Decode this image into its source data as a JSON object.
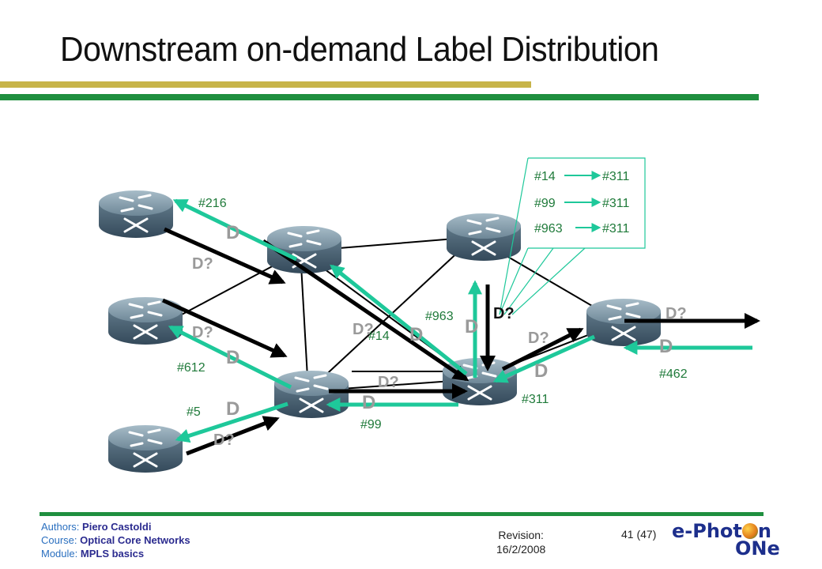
{
  "slide": {
    "title": "Downstream on-demand Label Distribution"
  },
  "colors": {
    "accent_green": "#1ec89a",
    "brand_green": "#1f8f3f",
    "gold": "#c7b449",
    "request_black": "#000000"
  },
  "label_table": {
    "rows": [
      {
        "in": "#14",
        "out": "#311"
      },
      {
        "in": "#99",
        "out": "#311"
      },
      {
        "in": "#963",
        "out": "#311"
      }
    ]
  },
  "labels": {
    "l216": "#216",
    "l612": "#612",
    "l5": "#5",
    "l963": "#963",
    "l14": "#14",
    "l99": "#99",
    "l311": "#311",
    "l462": "#462"
  },
  "markers": {
    "request": "D?",
    "reply": "D"
  },
  "footer": {
    "authors_key": "Authors:",
    "authors_val": "Piero Castoldi",
    "course_key": "Course:",
    "course_val": "Optical Core Networks",
    "module_key": "Module:",
    "module_val": "MPLS basics",
    "revision_label": "Revision:",
    "revision_date": "16/2/2008",
    "page": "41 (47)"
  },
  "logo": {
    "part1": "e-Phot",
    "part2": "n",
    "part3": "ONe"
  }
}
